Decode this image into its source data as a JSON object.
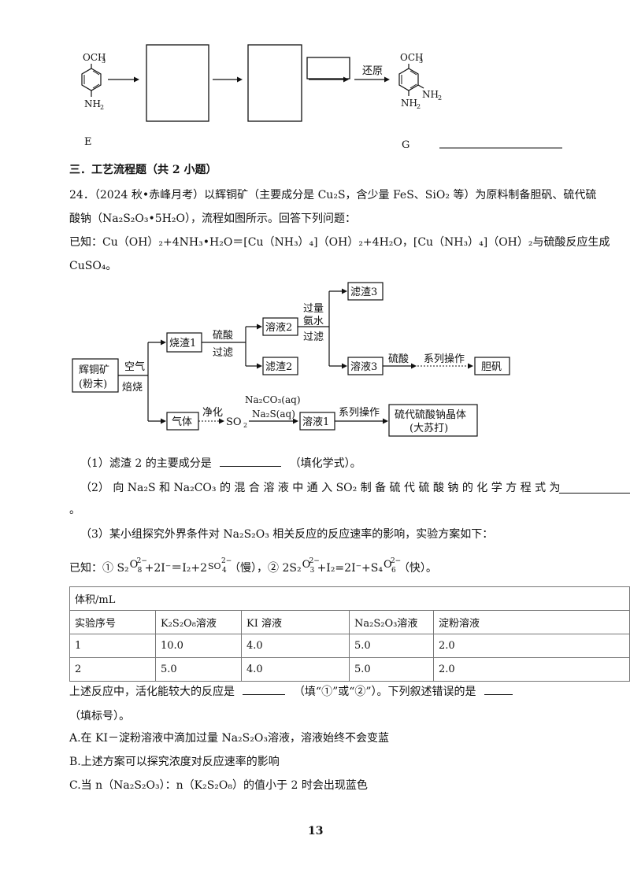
{
  "top_scheme": {
    "label_E": "E",
    "label_G": "G",
    "och3": "OCH",
    "och3_sub": "3",
    "nh2": "NH",
    "nh2_sub": "2",
    "reduce": "还原"
  },
  "section_title": "三．工艺流程题（共 2 小题）",
  "q24": {
    "line1": "24．（2024 秋•赤峰月考）以辉铜矿（主要成分是 Cu₂S，含少量 FeS、SiO₂ 等）为原料制备胆矾、硫代硫",
    "line2": "酸钠（Na₂S₂O₃•5H₂O），流程如图所示。回答下列问题：",
    "known1": "已知：Cu（OH）₂+4NH₃•H₂O＝[Cu（NH₃）₄]（OH）₂+4H₂O，[Cu（NH₃）₄]（OH）₂与硫酸反应生成",
    "known2": "CuSO₄。"
  },
  "flow": {
    "ore": "辉铜矿",
    "ore2": "(粉末)",
    "air": "空气",
    "roast": "焙烧",
    "slag1": "烧渣1",
    "acid": "硫酸",
    "filter": "过滤",
    "sol2": "溶液2",
    "slag2": "滤渣2",
    "excess": "过量",
    "ammonia": "氨水",
    "filter2": "过滤",
    "slag3": "滤渣3",
    "sol3": "溶液3",
    "acid2": "硫酸",
    "series1": "系列操作",
    "alum": "胆矾",
    "gas": "气体",
    "purify": "净化",
    "so2": "SO",
    "so2_sub": "2",
    "na2co3": "Na₂CO₃(aq)",
    "na2s": "Na₂S(aq)",
    "sol1": "溶液1",
    "series2": "系列操作",
    "product1": "硫代硫酸钠晶体",
    "product2": "(大苏打)"
  },
  "q1": {
    "text": "（1）滤渣 2 的主要成分是",
    "suffix": "（填化学式）。"
  },
  "q2": {
    "text": "（2） 向 Na₂S 和 Na₂CO₃ 的 混 合 溶 液 中 通 入 SO₂ 制 备 硫 代 硫 酸 钠 的 化 学 方 程 式 为",
    "end": "。"
  },
  "q3": {
    "intro": "（3）某小组探究外界条件对 Na₂S₂O₃ 相关反应的反应速率的影响，实验方案如下：",
    "known_a": "已知：① S₂",
    "ion_s2o8": "O",
    "ion_s2o8_sup": "2−",
    "ion_s2o8_sub": "8",
    "known_b": "+2I⁻＝I₂+2",
    "ion_so4": "SO",
    "ion_so4_sup": "2−",
    "ion_so4_sub": "4",
    "known_c": "（慢），② 2S₂",
    "ion_s2o3": "O",
    "ion_s2o3_sup": "2−",
    "ion_s2o3_sub": "3",
    "known_d": "+I₂=2I⁻+S₄",
    "ion_s4o6": "O",
    "ion_s4o6_sup": "2−",
    "ion_s4o6_sub": "6",
    "known_e": "（快）。"
  },
  "table": {
    "caption": "体积/mL",
    "headers": [
      "实验序号",
      "K₂S₂O₈溶液",
      "KI 溶液",
      "Na₂S₂O₃溶液",
      "淀粉溶液"
    ],
    "rows": [
      [
        "1",
        "10.0",
        "4.0",
        "5.0",
        "2.0"
      ],
      [
        "2",
        "5.0",
        "4.0",
        "5.0",
        "2.0"
      ]
    ]
  },
  "q3b": {
    "text1": "上述反应中，活化能较大的反应是",
    "text2": "（填“①”或“②”）。下列叙述错误的是",
    "text3": "（填标号）。"
  },
  "options": {
    "A": "A.在 KI－淀粉溶液中滴加过量 Na₂S₂O₃溶液，溶液始终不会变蓝",
    "B": "B.上述方案可以探究浓度对反应速率的影响",
    "C": "C.当 n（Na₂S₂O₃）：n（K₂S₂O₈）的值小于 2 时会出现蓝色"
  },
  "page_number": "13"
}
